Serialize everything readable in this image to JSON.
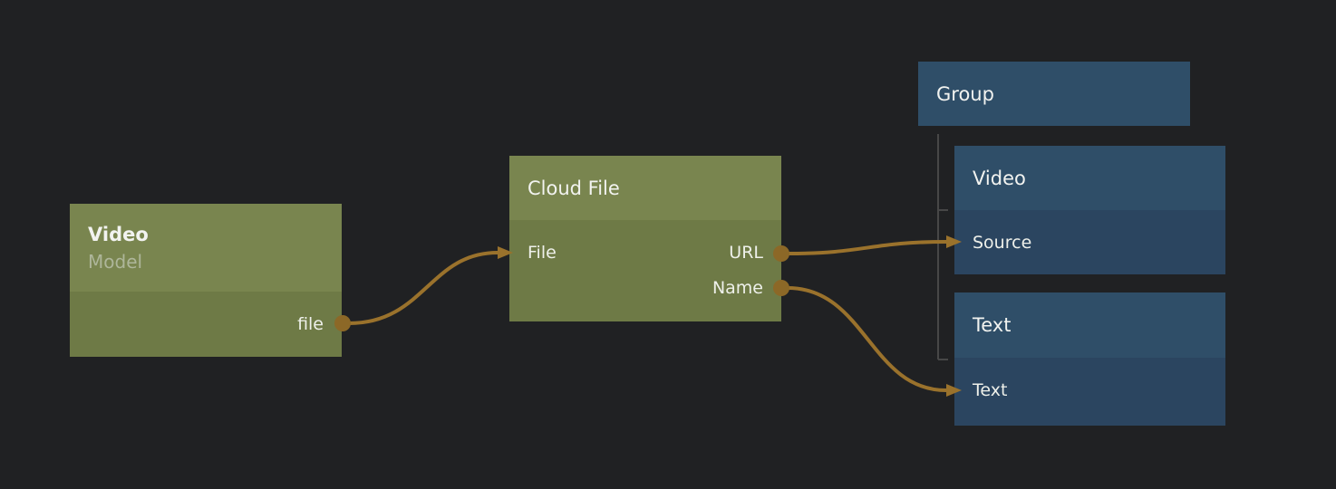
{
  "colors": {
    "background": "#202123",
    "green_node_header": "#79854f",
    "green_node_body": "#6e7a46",
    "blue_node_header": "#2f4e68",
    "blue_node_body": "#2b4560",
    "edge": "#9a722c",
    "port_dot": "#8c6827",
    "group_tree_line": "#474747",
    "title_text": "#f2f3f0",
    "subtitle_text": "#aeb69a"
  },
  "nodes": {
    "video_model": {
      "title": "Video",
      "subtitle": "Model",
      "ports": {
        "file_out": "file"
      }
    },
    "cloud_file": {
      "title": "Cloud File",
      "ports": {
        "file_in": "File",
        "url_out": "URL",
        "name_out": "Name"
      }
    },
    "group": {
      "title": "Group",
      "children": [
        "Video",
        "Text"
      ]
    },
    "video_child": {
      "title": "Video",
      "ports": {
        "source_in": "Source"
      }
    },
    "text_child": {
      "title": "Text",
      "ports": {
        "text_in": "Text"
      }
    }
  },
  "edges": [
    {
      "from_node": "Video",
      "from_port": "file",
      "to_node": "Cloud File",
      "to_port": "File"
    },
    {
      "from_node": "Cloud File",
      "from_port": "URL",
      "to_node": "Video",
      "to_port": "Source"
    },
    {
      "from_node": "Cloud File",
      "from_port": "Name",
      "to_node": "Text",
      "to_port": "Text"
    }
  ]
}
